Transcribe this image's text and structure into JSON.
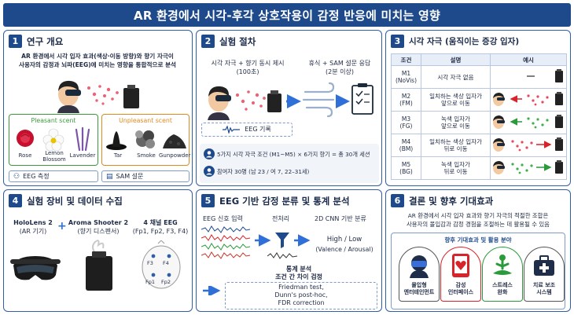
{
  "title": "AR 환경에서 시각-후각 상호작용이 감정 반응에 미치는 영향",
  "colors": {
    "primary": "#1e4a8c",
    "pleasant": "#3a9a3a",
    "unpleasant": "#e08a1e",
    "arrow": "#2f6fd8"
  },
  "panel1": {
    "num": "1",
    "title": "연구 개요",
    "desc1": "AR 환경에서 시각 입자 효과(색상·이동 방향)와 향기 자극이",
    "desc2": "사용자의 감정과 뇌파(EEG)에 미치는 영향을 통합적으로 분석",
    "pleasant_title": "Pleasant scent",
    "unpleasant_title": "Unpleasant scent",
    "pleasant": [
      "Rose",
      "Lemon Blossom",
      "Lavender"
    ],
    "unpleasant": [
      "Tar",
      "Smoke",
      "Gunpowder"
    ],
    "eeg_measure": "EEG 측정",
    "sam_survey": "SAM 설문"
  },
  "panel2": {
    "num": "2",
    "title": "실험 절차",
    "step1": "시각 자극 + 향기 동시 제시",
    "step1_sub": "(100초)",
    "step2": "휴식 + SAM 설문 응답",
    "step2_sub": "(2분 이상)",
    "eeg_record": "EEG 기록",
    "info1": "5가지 시각 자극 조건 (M1~M5) × 6가지 향기 = 총 30개 세션",
    "info2": "참여자 30명 (남 23 / 여 7, 22–31세)"
  },
  "panel3": {
    "num": "3",
    "title": "시각 자극 (움직이는 증강 입자)",
    "headers": [
      "조건",
      "설명",
      "예시"
    ],
    "rows": [
      {
        "cond": "M1",
        "code": "(NoVis)",
        "desc1": "시각 자극 없음",
        "desc2": "",
        "type": "none"
      },
      {
        "cond": "M2",
        "code": "(FM)",
        "desc1": "일치하는 색상 입자가",
        "desc2": "앞으로 이동",
        "type": "front-match"
      },
      {
        "cond": "M3",
        "code": "(FG)",
        "desc1": "녹색 입자가",
        "desc2": "앞으로 이동",
        "type": "front-green"
      },
      {
        "cond": "M4",
        "code": "(BM)",
        "desc1": "일치하는 색상 입자가",
        "desc2": "뒤로 이동",
        "type": "back-match"
      },
      {
        "cond": "M5",
        "code": "(BG)",
        "desc1": "녹색 입자가",
        "desc2": "뒤로 이동",
        "type": "back-green"
      }
    ]
  },
  "panel4": {
    "num": "4",
    "title": "실험 장비 및 데이터 수집",
    "device1": "HoloLens 2",
    "device1_sub": "(AR 기기)",
    "device2": "Aroma Shooter 2",
    "device2_sub": "(향기 디스펜서)",
    "eeg_title": "4 채널 EEG",
    "eeg_sub": "(Fp1, Fp2, F3, F4)",
    "electrodes": [
      "F3",
      "F4",
      "Fp1",
      "Fp2"
    ]
  },
  "panel5": {
    "num": "5",
    "title": "EEG 기반 감정 분류 및 통계 분석",
    "step1": "EEG 신호 입력",
    "step2": "전처리",
    "step3": "2D CNN 기반 분류",
    "result1": "High / Low",
    "result2": "(Valence / Arousal)",
    "stats_title": "통계 분석",
    "stats_sub": "조건 간 차이 검정",
    "stats1": "Friedman test,",
    "stats2": "Dunn's post-hoc,",
    "stats3": "FDR correction"
  },
  "panel6": {
    "num": "6",
    "title": "결론 및 향후 기대효과",
    "desc1": "AR 환경에서 시각 입자 효과와 향기 자극의 적절한 조합은",
    "desc2": "사용자의 몰입감과 감정 경험을 조절하는 데 활용될 수 있음",
    "apps_title": "향후 기대효과 및 활용 분야",
    "apps": [
      {
        "l1": "몰입형",
        "l2": "엔터테인먼트"
      },
      {
        "l1": "감성",
        "l2": "인터페이스"
      },
      {
        "l1": "스트레스",
        "l2": "완화"
      },
      {
        "l1": "치료 보조",
        "l2": "시스템"
      }
    ]
  }
}
